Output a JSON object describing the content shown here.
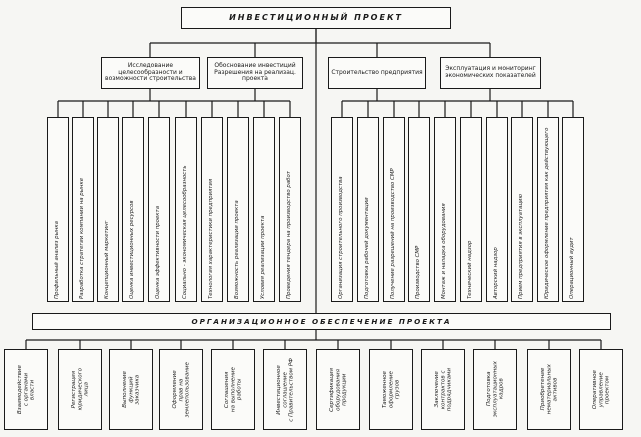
{
  "diagram": {
    "title": "ИНВЕСТИЦИОННЫЙ ПРОЕКТ",
    "categories": [
      {
        "label": "Исследование целесообразности и возможности строительства"
      },
      {
        "label": "Обоснование инвестиций Разрешения на реализац. проекта"
      },
      {
        "label": "Строительство предприятия"
      },
      {
        "label": "Эксплуатация и мониторинг экономических показателей"
      }
    ],
    "tasks": [
      "Профильный анализ рынка",
      "Разработка стратегии компании на рынке",
      "Концепционный маркетинг",
      "Оценка инвестиционных ресурсов",
      "Оценка эффективности проекта",
      "Социально - экономическая целесообразность",
      "Технология характеристики предприятия",
      "Возможность реализации проекта",
      "Условия реализации проекта",
      "Проведения тендера на производство работ",
      "Организация строительного производства",
      "Подготовка рабочей документации",
      "Получение разрешений на производство СМР",
      "Производство СМР",
      "Монтаж и наладка оборудования",
      "Технический надзор",
      "Авторский надзор",
      "Прием предприятия в эксплуатацию",
      "Юридическое оформление предприятия как действующего",
      "Операционный аудит"
    ],
    "band": "ОРГАНИЗАЦИОННОЕ ОБЕСПЕЧЕНИЕ ПРОЕКТА",
    "support": [
      "Взаимодействие\nс органами\nвласти",
      "Регистрация\nюридического\nлица",
      "Выполнение\nфункций\nзаказчика",
      "Оформление\nправ на\nземлепользование",
      "Соглашения\nна выполнение\nработы",
      "Инвестиционное\nсоглашение\nс Правительством РФ",
      "Сертификация\nоборудования\nпродукции",
      "Таможенное\nоформление\nгрузов",
      "Заключение\nконтрактов с\nподрядчиками",
      "Подготовка\nэксплуатационных\nкадров",
      "Приобретение\nнематериальных\nактивов",
      "Оперативное\nуправление\nпроектом"
    ]
  }
}
